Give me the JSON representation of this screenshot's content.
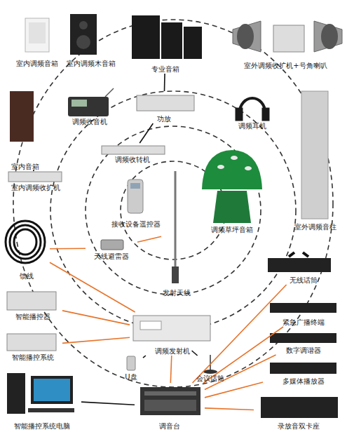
{
  "diagram": {
    "nodes": [
      {
        "text": [
          "室内调频音箱"
        ]
      },
      {
        "text": [
          "室内调频木音箱"
        ]
      },
      {
        "text": [
          "专业音箱"
        ]
      },
      {
        "text": [
          "室外调频收扩机+号角喇叭"
        ]
      },
      {
        "text": [
          "调频收音机"
        ]
      },
      {
        "text": [
          "功放"
        ]
      },
      {
        "text": [
          "调频耳机"
        ]
      },
      {
        "text": [
          "室内音箱"
        ]
      },
      {
        "text": [
          "调频收转机"
        ]
      },
      {
        "text": [
          "室内调频收扩机"
        ]
      },
      {
        "text": [
          "接收设备遥控器"
        ]
      },
      {
        "text": [
          "调频草坪音箱"
        ]
      },
      {
        "text": [
          "室外调频音柱"
        ]
      },
      {
        "text": [
          "天线避雷器"
        ]
      },
      {
        "text": [
          "馈线"
        ]
      },
      {
        "text": [
          "发射天线"
        ]
      },
      {
        "text": [
          "无线话筒"
        ]
      },
      {
        "text": [
          "智能播控器"
        ]
      },
      {
        "text": [
          "紧急广播终端"
        ]
      },
      {
        "text": [
          "智能播控系统"
        ]
      },
      {
        "text": [
          "调频发射机"
        ]
      },
      {
        "text": [
          "数字调谐器"
        ]
      },
      {
        "text": [
          "U盘"
        ]
      },
      {
        "text": [
          "会议话筒"
        ]
      },
      {
        "text": [
          "多媒体播放器"
        ]
      },
      {
        "text": [
          "智能播控系统电脑"
        ]
      },
      {
        "text": [
          "调音台"
        ]
      },
      {
        "text": [
          "录放音双卡座"
        ]
      }
    ],
    "edges": [
      {
        "from": 2,
        "to": 5,
        "arrow": "none"
      },
      {
        "from": 5,
        "to": 8,
        "arrow": "none"
      },
      {
        "from": 7,
        "to": 9,
        "arrow": "none"
      },
      {
        "from": 14,
        "to": 13,
        "arrow": "none"
      },
      {
        "from": 13,
        "to": 15,
        "arrow": "none"
      },
      {
        "from": 14,
        "to": 20,
        "arrow": "none"
      },
      {
        "from": 17,
        "to": 20,
        "arrow": "none"
      },
      {
        "from": 19,
        "to": 20,
        "arrow": "none"
      },
      {
        "from": 25,
        "to": 26,
        "arrow": "none"
      },
      {
        "from": 16,
        "to": 26,
        "arrow": "none"
      },
      {
        "from": 18,
        "to": 26,
        "arrow": "none"
      },
      {
        "from": 21,
        "to": 26,
        "arrow": "none"
      },
      {
        "from": 24,
        "to": 26,
        "arrow": "none"
      },
      {
        "from": 27,
        "to": 26,
        "arrow": "none"
      },
      {
        "from": 26,
        "to": 20,
        "arrow": "none"
      },
      {
        "from": 22,
        "to": 20,
        "arrow": "none"
      },
      {
        "from": 23,
        "to": 20,
        "arrow": "none"
      }
    ]
  }
}
